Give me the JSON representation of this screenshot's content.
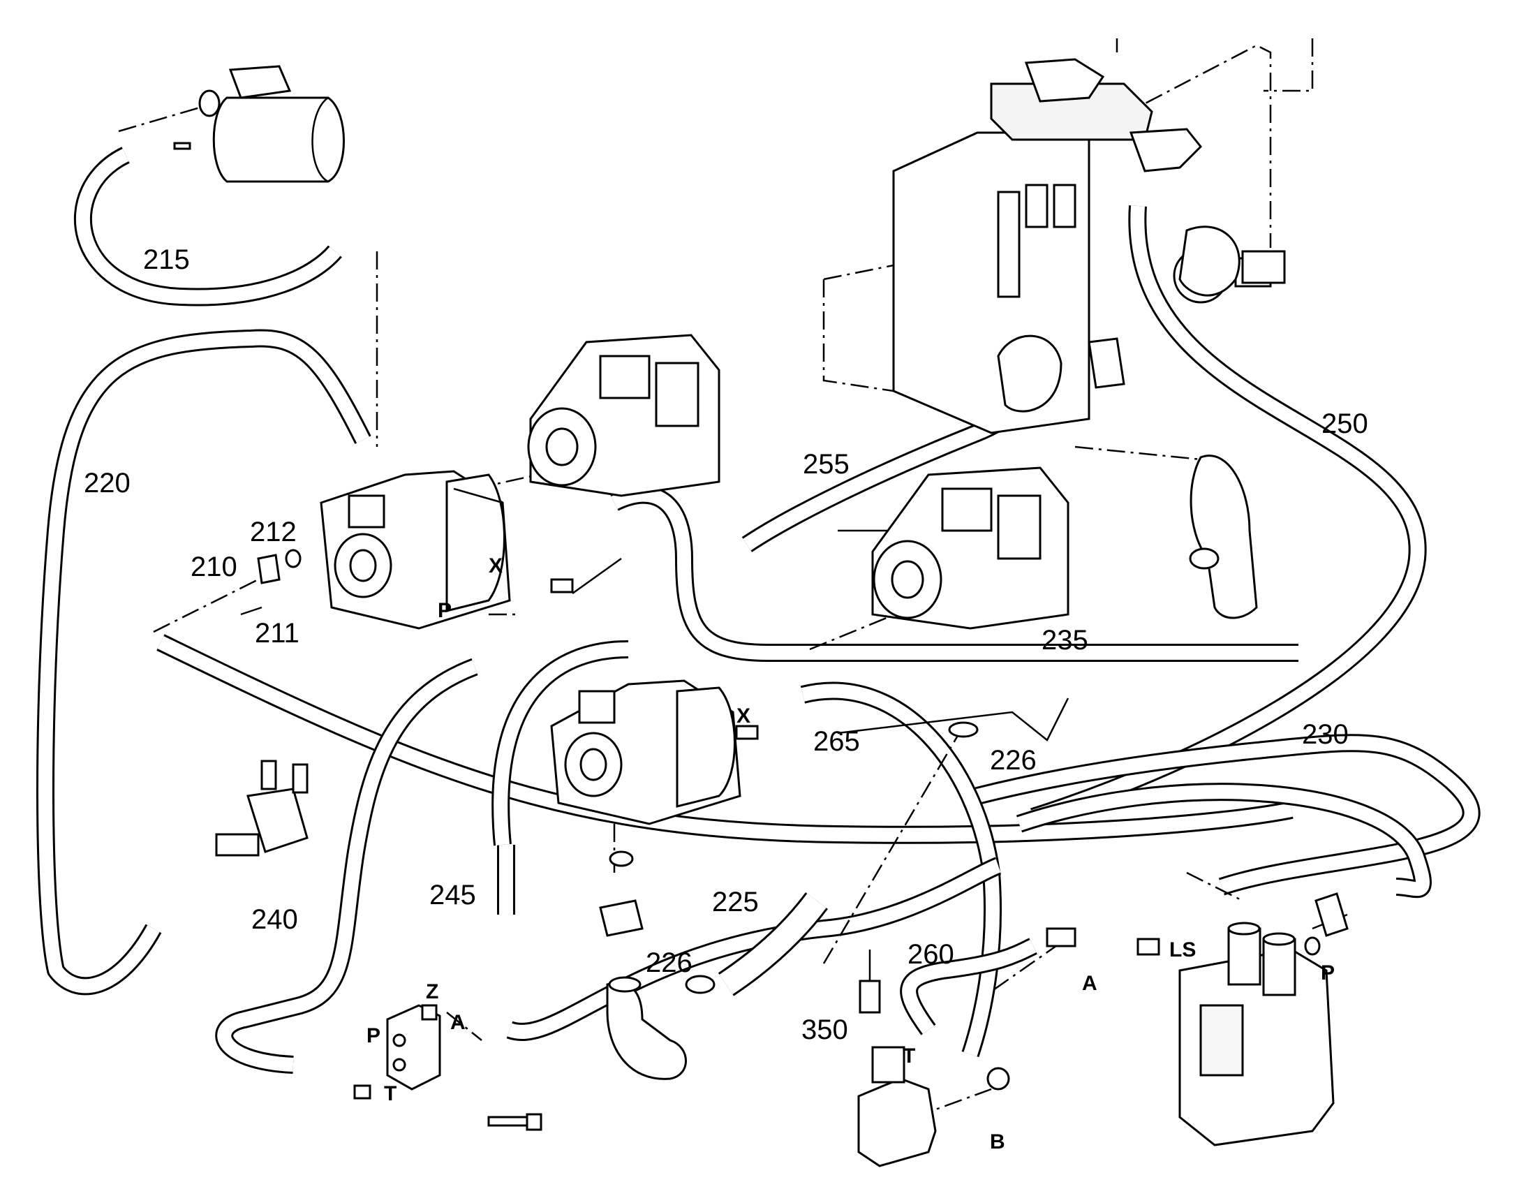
{
  "callouts": {
    "n215": "215",
    "n220": "220",
    "n212": "212",
    "n210": "210",
    "n211": "211",
    "n255": "255",
    "n250": "250",
    "n235": "235",
    "n230": "230",
    "n226a": "226",
    "n265": "265",
    "n245": "245",
    "n240": "240",
    "n225": "225",
    "n226b": "226",
    "n260": "260",
    "n350": "350"
  },
  "ports": {
    "x1": "X",
    "p1": "P",
    "x2": "X",
    "z": "Z",
    "p2": "P",
    "a1": "A",
    "t1": "T",
    "t2": "T",
    "a2": "A",
    "b": "B",
    "ls": "LS",
    "p3": "P"
  },
  "icons": [
    "hydraulic-pump",
    "filter-housing",
    "control-valve-block",
    "hose-fitting",
    "hose-clamp",
    "solenoid-valve",
    "directional-valve",
    "flange-half",
    "o-ring",
    "bolt"
  ]
}
